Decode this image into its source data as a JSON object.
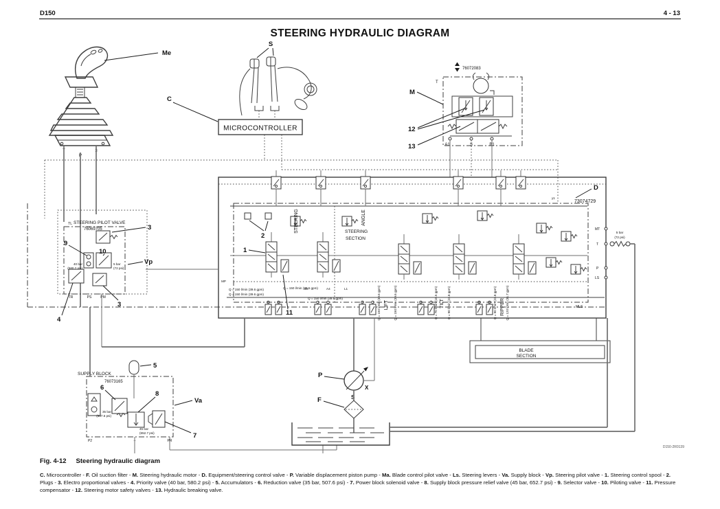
{
  "header": {
    "model": "D150",
    "page": "4 - 13"
  },
  "title": "STEERING HYDRAULIC DIAGRAM",
  "joystick": {
    "label": "Me",
    "ports": [
      "T",
      "P",
      "3"
    ]
  },
  "levers": {
    "label": "S"
  },
  "controller": {
    "label": "C",
    "box": "MICROCONTROLLER"
  },
  "motor": {
    "label": "M",
    "part": "76072083",
    "t": "T",
    "callout12": "12",
    "callout13": "13",
    "ports": [
      "A1",
      "S",
      "B1"
    ]
  },
  "dblock": {
    "label": "D",
    "part": "73074729",
    "relief_lines": [
      "5 bar",
      "(72 psi)"
    ],
    "sections": {
      "steering": "STEERING",
      "angle": "ANGLE",
      "section_l1": "STEERING",
      "section_l2": "SECTION",
      "lift": "LIFT",
      "tilt": "TILT",
      "ripper": "RIPPER",
      "blade_l1": "BLADE",
      "blade_l2": "SECTION"
    },
    "callouts": {
      "c1": "1",
      "c2": "2",
      "c11": "11"
    },
    "ports": {
      "mt": "MT",
      "t": "T",
      "p": "P",
      "ls": "LS",
      "mls": "MLS",
      "mp": "MP",
      "b4": "B4",
      "a4": "A4",
      "l1": "L1",
      "y1": "y1"
    },
    "flows": {
      "left1": "Q = 150 l/min (39.6 gpm)",
      "left2": "Q = 150 l/min (39.6 gpm)",
      "steer": "Q = 150 l/min (39.6 gpm)",
      "angle": "Q = 150 l/min (39.6 gpm)",
      "lift1": "Q = 150 l/min (39.6 gpm)",
      "lift2": "Q = 150 l/min (39.6 gpm)",
      "tilt1": "Q = 70 l/min (18.5 gpm)",
      "tilt2": "Q = 90 l/min (23.8 gpm)",
      "ripper1": "Q = 90 l/min (23.8 gpm)",
      "ripper2": "Q = 120 l/min (31.7 gpm)"
    }
  },
  "pilot": {
    "title": "STEERING PILOT VALVE",
    "part": "76069705",
    "label": "Vp",
    "tl": "TL",
    "callout3a": "3",
    "callout3b": "3",
    "callout4": "4",
    "callout9": "9",
    "callout10": "10",
    "press4": [
      "40 bar",
      "(580.2 psi)"
    ],
    "press10": [
      "5 bar",
      "(72 psi)"
    ],
    "ports": [
      "TR",
      "PS",
      "PM"
    ]
  },
  "supply": {
    "title": "SUPPLY BLOCK",
    "part": "76073165",
    "label": "Va",
    "callout5": "5",
    "callout6": "6",
    "callout7": "7",
    "callout8": "8",
    "press6": [
      "35 bar",
      "(507.6 psi)"
    ],
    "press8": [
      "45 bar",
      "(652.7 psi)"
    ],
    "ports": [
      "P2",
      "T",
      "PR"
    ]
  },
  "pump": {
    "label": "P",
    "x": "X",
    "s": "S",
    "filter": "F"
  },
  "footer": {
    "fig": "Fig. 4-12",
    "caption": "Steering hydraulic diagram",
    "ref": "D150-2R0139"
  },
  "legend": {
    "segments": [
      {
        "k": "C.",
        "t": " Microcontroller - "
      },
      {
        "k": "F.",
        "t": " Oil suction filter - "
      },
      {
        "k": "M.",
        "t": " Steering hydraulic motor - "
      },
      {
        "k": "D.",
        "t": " Equipment/steering control valve - "
      },
      {
        "k": "P.",
        "t": " Variable displacement piston pump - "
      },
      {
        "k": "Ma.",
        "t": " Blade control pilot valve - "
      },
      {
        "k": "Ls.",
        "t": " Steering levers - "
      },
      {
        "k": "Va.",
        "t": " Supply block - "
      },
      {
        "k": "Vp.",
        "t": " Steering pilot valve - "
      },
      {
        "k": "1.",
        "t": " Steering control spool - "
      },
      {
        "k": "2.",
        "t": " Plugs - "
      },
      {
        "k": "3.",
        "t": " Electro proportional valves - "
      },
      {
        "k": "4.",
        "t": " Priority valve (40 bar, 580.2 psi) - "
      },
      {
        "k": "5.",
        "t": " Accumulators - "
      },
      {
        "k": "6.",
        "t": " Reduction valve (35 bar, 507.6 psi) - "
      },
      {
        "k": "7.",
        "t": " Power block solenoid valve - "
      },
      {
        "k": "8.",
        "t": " Supply block pressure relief valve (45 bar, 652.7 psi) - "
      },
      {
        "k": "9.",
        "t": " Selector valve - "
      },
      {
        "k": "10.",
        "t": " Piloting valve - "
      },
      {
        "k": "11.",
        "t": " Pressure compensator - "
      },
      {
        "k": "12.",
        "t": " Steering motor safety valves - "
      },
      {
        "k": "13.",
        "t": " Hydraulic breaking valve."
      }
    ]
  }
}
